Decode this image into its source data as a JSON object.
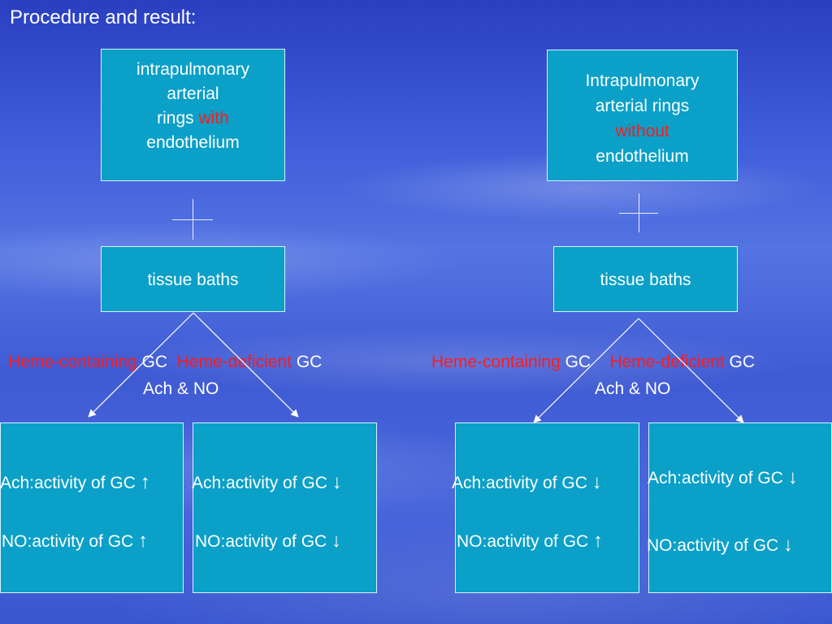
{
  "title": "Procedure and result:",
  "left": {
    "rings": {
      "line1": "intrapulmonary",
      "line2": "arterial",
      "line3_pre": "rings ",
      "line3_red": "with",
      "line4": "endothelium"
    },
    "bath": "tissue baths",
    "heme_containing": "Heme-containing",
    "gc1": " GC",
    "heme_deficient": "Heme-deficient",
    "gc2": " GC",
    "agents": "Ach & NO",
    "box1": {
      "ach": "Ach:activity of GC ",
      "ach_arrow": "↑",
      "no": "NO:activity of GC ",
      "no_arrow": "↑"
    },
    "box2": {
      "ach": "Ach:activity of GC ",
      "ach_arrow": "↓",
      "no": "NO:activity of GC ",
      "no_arrow": "↓"
    }
  },
  "right": {
    "rings": {
      "line1": "Intrapulmonary",
      "line2": "arterial rings",
      "line3_red": "without",
      "line4": "endothelium"
    },
    "bath": "tissue baths",
    "heme_containing": "Heme-containing",
    "gc1": " GC",
    "heme_deficient": "Heme-deficient",
    "gc2": " GC",
    "agents": "Ach & NO",
    "box1": {
      "ach": "Ach:activity of GC ",
      "ach_arrow": "↓",
      "no": "NO:activity of GC ",
      "no_arrow": "↑"
    },
    "box2": {
      "ach": "Ach:activity of GC ",
      "ach_arrow": "↓",
      "no": "NO:activity of GC ",
      "no_arrow": "↓"
    }
  },
  "colors": {
    "box": "#0aa0c8",
    "highlight": "#ff1a1a",
    "text": "#ffffff"
  }
}
